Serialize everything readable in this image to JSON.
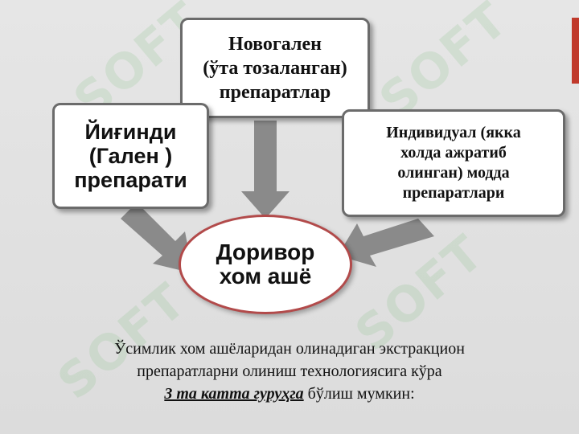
{
  "colors": {
    "accent_bar": "#c0392b",
    "box_border": "#6b6b6b",
    "ellipse_border": "#b24a4a",
    "arrow": "#8a8a8a",
    "watermark": "#78be78"
  },
  "watermark_text": "SOFT",
  "diagram": {
    "center": {
      "line1": "Доривор",
      "line2": "хом ашё"
    },
    "left_box": {
      "line1": "Йиғинди",
      "line2": "(Гален )",
      "line3": "препарати"
    },
    "top_box": {
      "line1": "Новогален",
      "line2": "(ўта тозаланган)",
      "line3": "препаратлар"
    },
    "right_box": {
      "line1": "Индивидуал (якка",
      "line2": "холда ажратиб",
      "line3": "олинган) модда",
      "line4": "препаратлари"
    }
  },
  "caption": {
    "line1": "Ўсимлик хом ашёларидан олинадиган экстракцион",
    "line2": "препаратларни олиниш технологиясига кўра",
    "line3_emphasis": "3 та катта гуруҳга",
    "line3_rest": " бўлиш мумкин:"
  }
}
